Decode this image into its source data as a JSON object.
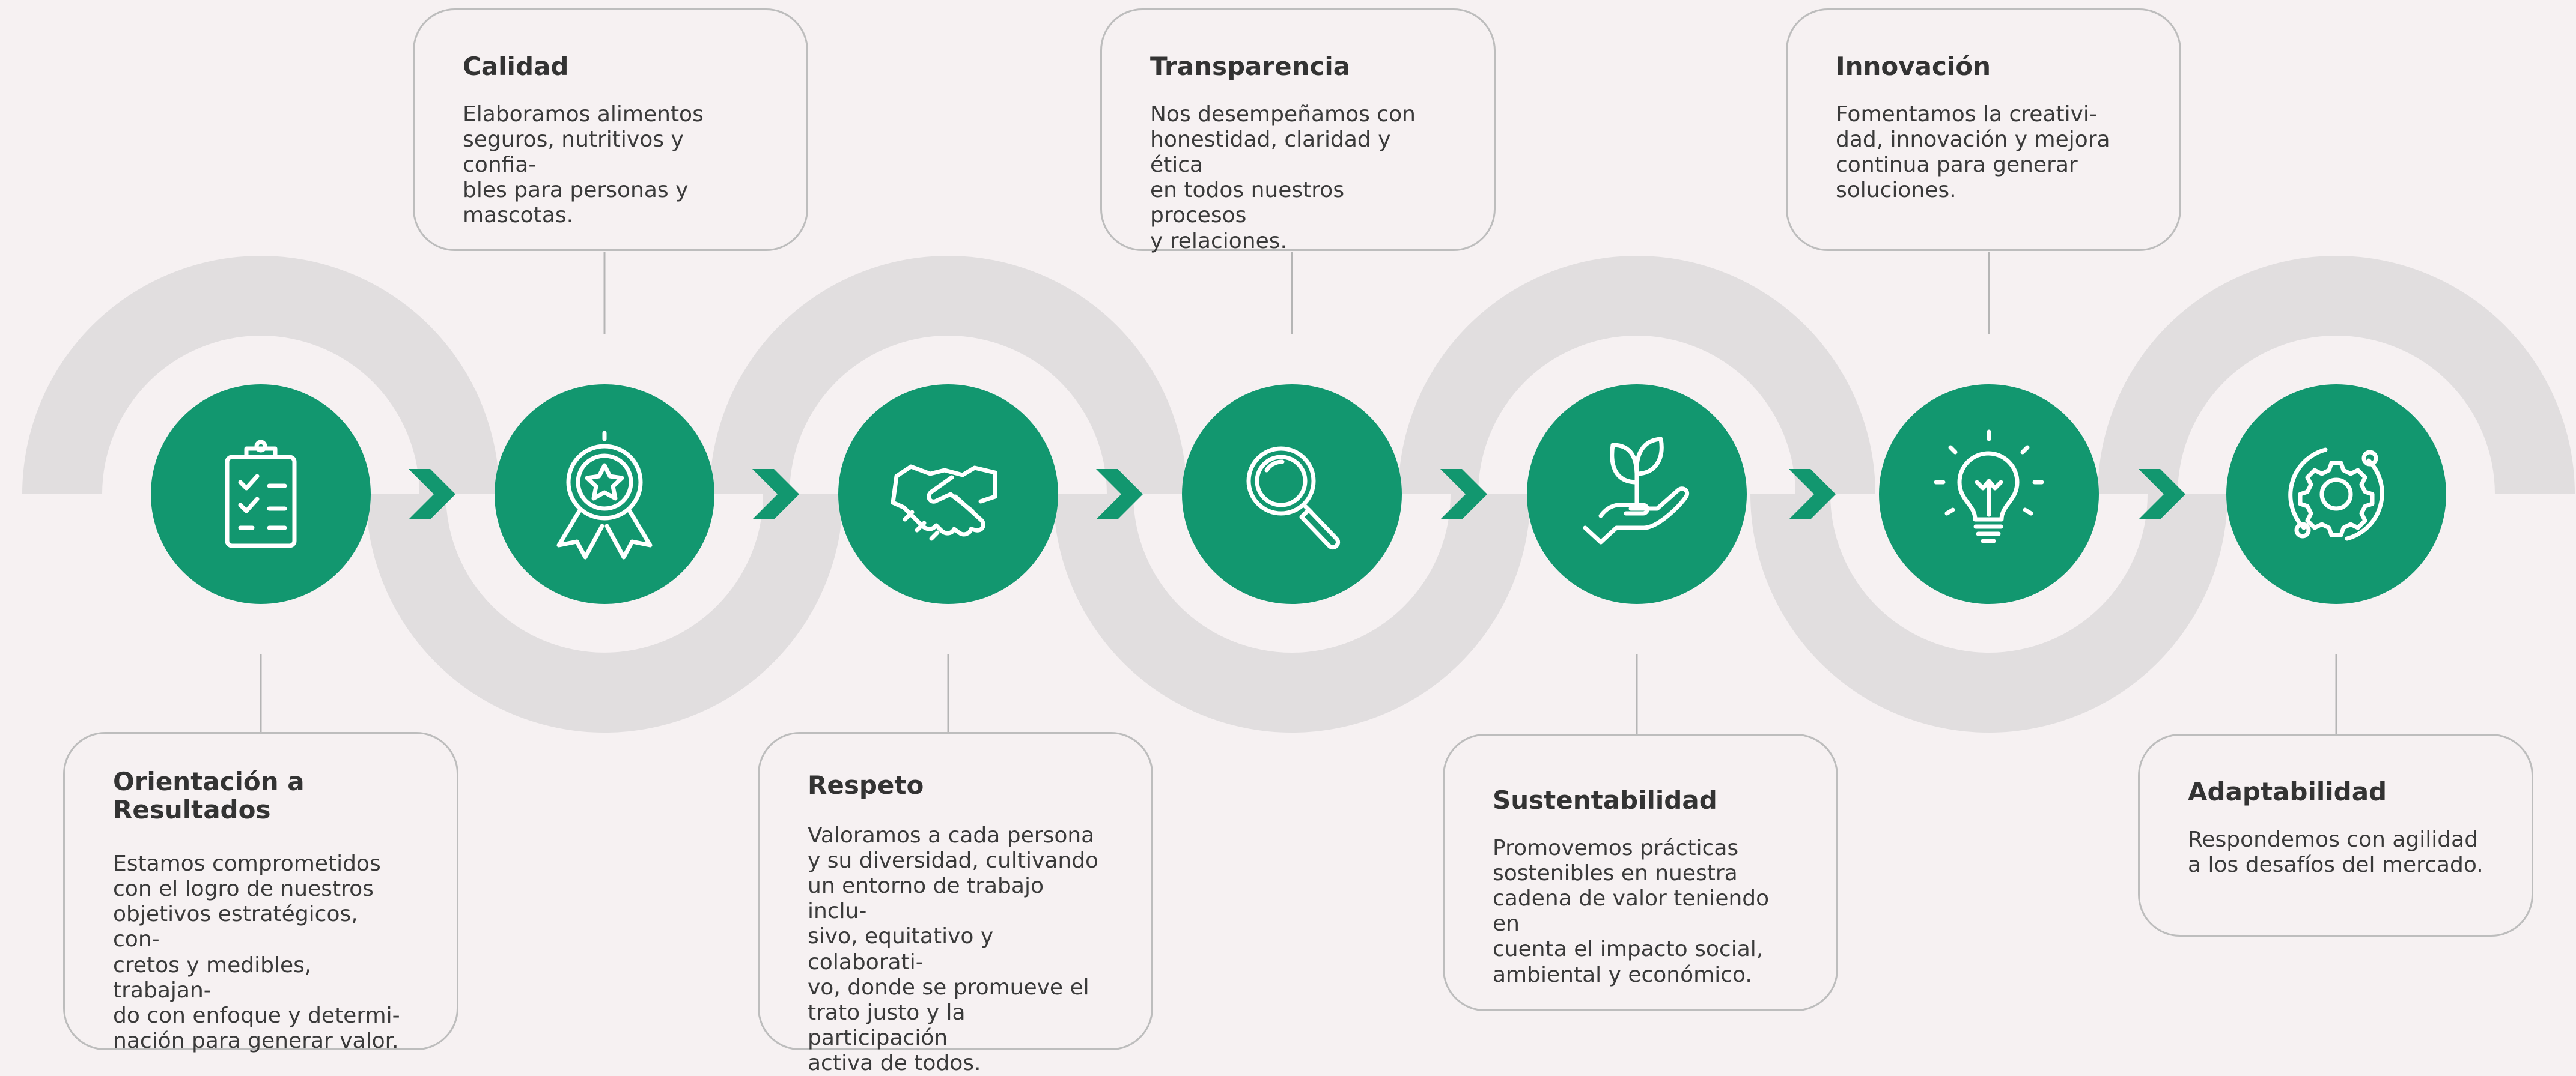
{
  "values": [
    {
      "id": "orientacion",
      "title": "Orientación a\nResultados",
      "description": "Estamos comprometidos\ncon el logro de nuestros\nobjetivos estratégicos, con-\ncretos y medibles, trabajan-\ndo con enfoque y determi-\nnación para generar valor.",
      "icon": "clipboard-checklist-icon"
    },
    {
      "id": "calidad",
      "title": "Calidad",
      "description": "Elaboramos alimentos\nseguros, nutritivos y confia-\nbles para personas y\nmascotas.",
      "icon": "award-ribbon-star-icon"
    },
    {
      "id": "respeto",
      "title": "Respeto",
      "description": "Valoramos a cada persona\ny su diversidad, cultivando\nun entorno de trabajo inclu-\nsivo, equitativo y colaborati-\nvo, donde se promueve el\ntrato justo y la participación\nactiva de todos.",
      "icon": "handshake-icon"
    },
    {
      "id": "transparencia",
      "title": "Transparencia",
      "description": "Nos desempeñamos con\nhonestidad, claridad y ética\nen todos nuestros procesos\ny relaciones.",
      "icon": "magnifying-glass-icon"
    },
    {
      "id": "sustentabilidad",
      "title": "Sustentabilidad",
      "description": "Promovemos prácticas\nsostenibles en nuestra\ncadena de valor teniendo en\ncuenta el impacto social,\nambiental y económico.",
      "icon": "plant-in-hand-icon"
    },
    {
      "id": "innovacion",
      "title": "Innovación",
      "description": "Fomentamos la creativi-\ndad, innovación y mejora\ncontinua para generar\nsoluciones.",
      "icon": "lightbulb-icon"
    },
    {
      "id": "adaptabilidad",
      "title": "Adaptabilidad",
      "description": "Respondemos con agilidad\na los desafíos del mercado.",
      "icon": "gear-cycle-icon"
    }
  ],
  "colors": {
    "accent": "#12976f",
    "track": "#e1dedf",
    "background": "#f6f1f2",
    "card_border": "#bdbdbd",
    "text": "#3a3a3a"
  }
}
